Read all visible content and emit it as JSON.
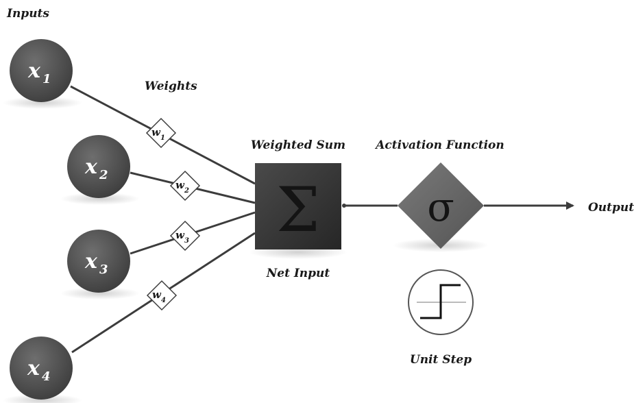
{
  "labels": {
    "inputs": "Inputs",
    "weights": "Weights",
    "weighted_sum": "Weighted Sum",
    "activation_function": "Activation Function",
    "net_input": "Net Input",
    "output": "Output",
    "unit_step": "Unit Step"
  },
  "inputs": [
    {
      "base": "x",
      "sub": "1"
    },
    {
      "base": "x",
      "sub": "2"
    },
    {
      "base": "x",
      "sub": "3"
    },
    {
      "base": "x",
      "sub": "4"
    }
  ],
  "weights": [
    {
      "base": "w",
      "sub": "1"
    },
    {
      "base": "w",
      "sub": "2"
    },
    {
      "base": "w",
      "sub": "3"
    },
    {
      "base": "w",
      "sub": "4"
    }
  ],
  "summation_symbol": "Σ",
  "activation_symbol": "σ",
  "colors": {
    "node_dark": "#4a4a4a",
    "sum_box": "#2e2e2e",
    "activation_diamond": "#666666",
    "line": "#3c3c3c"
  }
}
